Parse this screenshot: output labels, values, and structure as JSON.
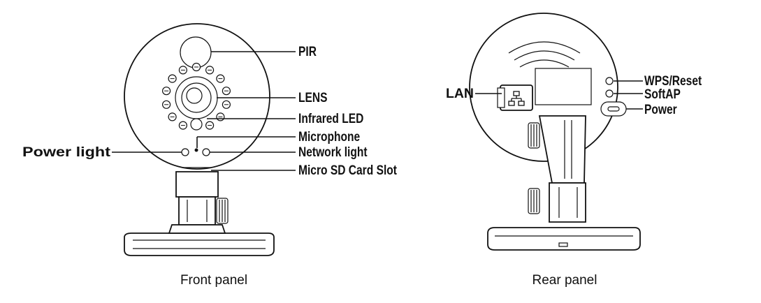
{
  "front_panel": {
    "caption": "Front panel",
    "labels": {
      "pir": "PIR",
      "lens": "LENS",
      "infrared_led": "Infrared LED",
      "microphone": "Microphone",
      "network_light": "Network light",
      "micro_sd": "Micro SD Card Slot",
      "power_light": "Power light"
    }
  },
  "rear_panel": {
    "caption": "Rear panel",
    "labels": {
      "wps_reset": "WPS/Reset",
      "softap": "SoftAP",
      "power": "Power",
      "lan": "LAN"
    }
  }
}
